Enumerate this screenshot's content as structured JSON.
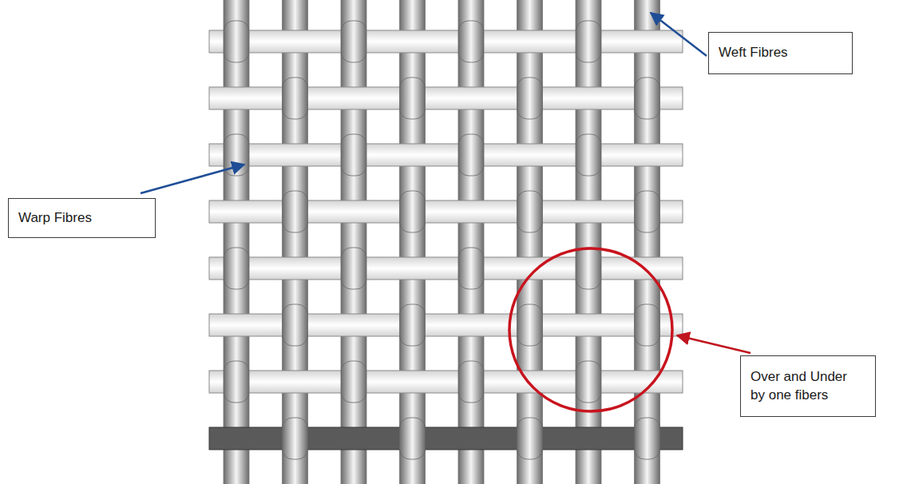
{
  "diagram": {
    "nodes": [
      {
        "text": [
          "Weft Fibres"
        ]
      },
      {
        "text": [
          "Warp Fibres"
        ]
      },
      {
        "text": [
          "Over and Under by one fibers"
        ]
      }
    ]
  }
}
